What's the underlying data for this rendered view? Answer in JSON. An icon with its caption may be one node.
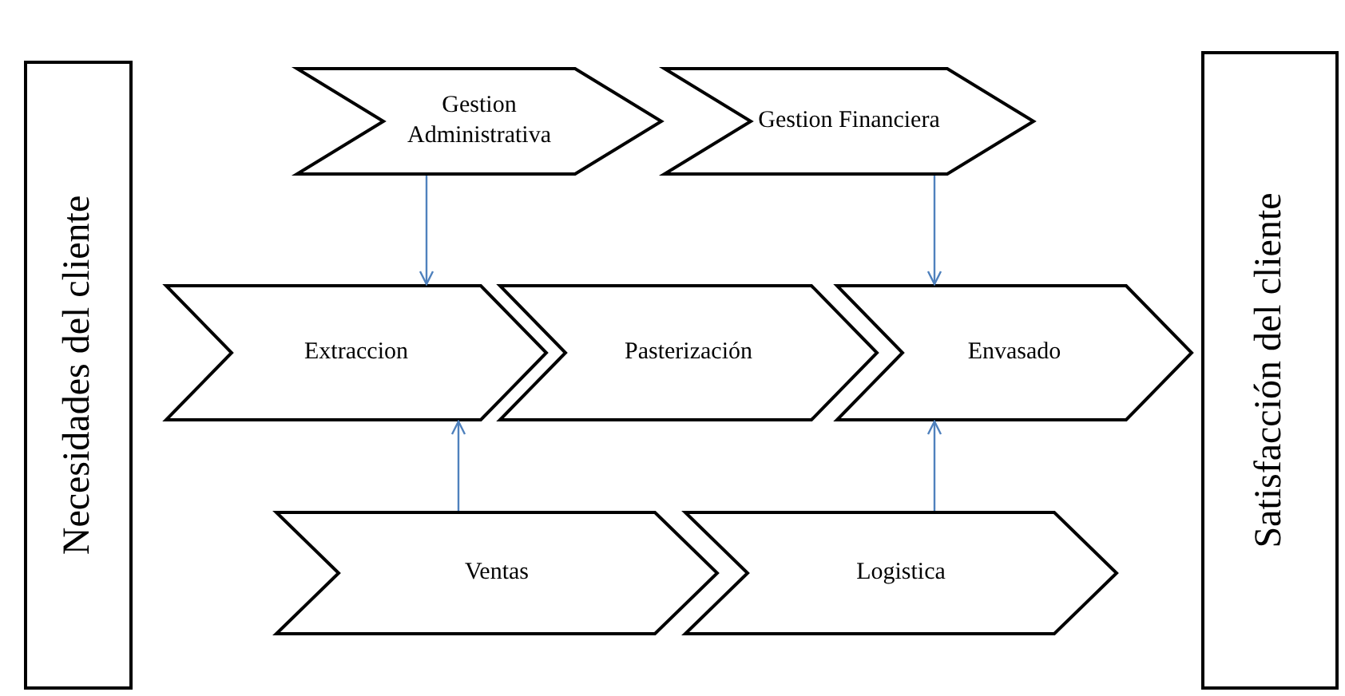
{
  "diagram": {
    "nodes": [
      {
        "text": [
          "Necesidades del cliente"
        ]
      },
      {
        "text": [
          "Gestion Administrativa"
        ]
      },
      {
        "text": [
          "Gestion Financiera"
        ]
      },
      {
        "text": [
          "Extraccion"
        ]
      },
      {
        "text": [
          "Pasterización"
        ]
      },
      {
        "text": [
          "Envasado"
        ]
      },
      {
        "text": [
          "Ventas"
        ]
      },
      {
        "text": [
          "Logistica"
        ]
      },
      {
        "text": [
          "Satisfacción del cliente"
        ]
      }
    ],
    "edges": [
      {
        "from": 1,
        "to": 3,
        "arrow": "to"
      },
      {
        "from": 2,
        "to": 5,
        "arrow": "to"
      },
      {
        "from": 6,
        "to": 3,
        "arrow": "to"
      },
      {
        "from": 7,
        "to": 5,
        "arrow": "to"
      }
    ]
  }
}
